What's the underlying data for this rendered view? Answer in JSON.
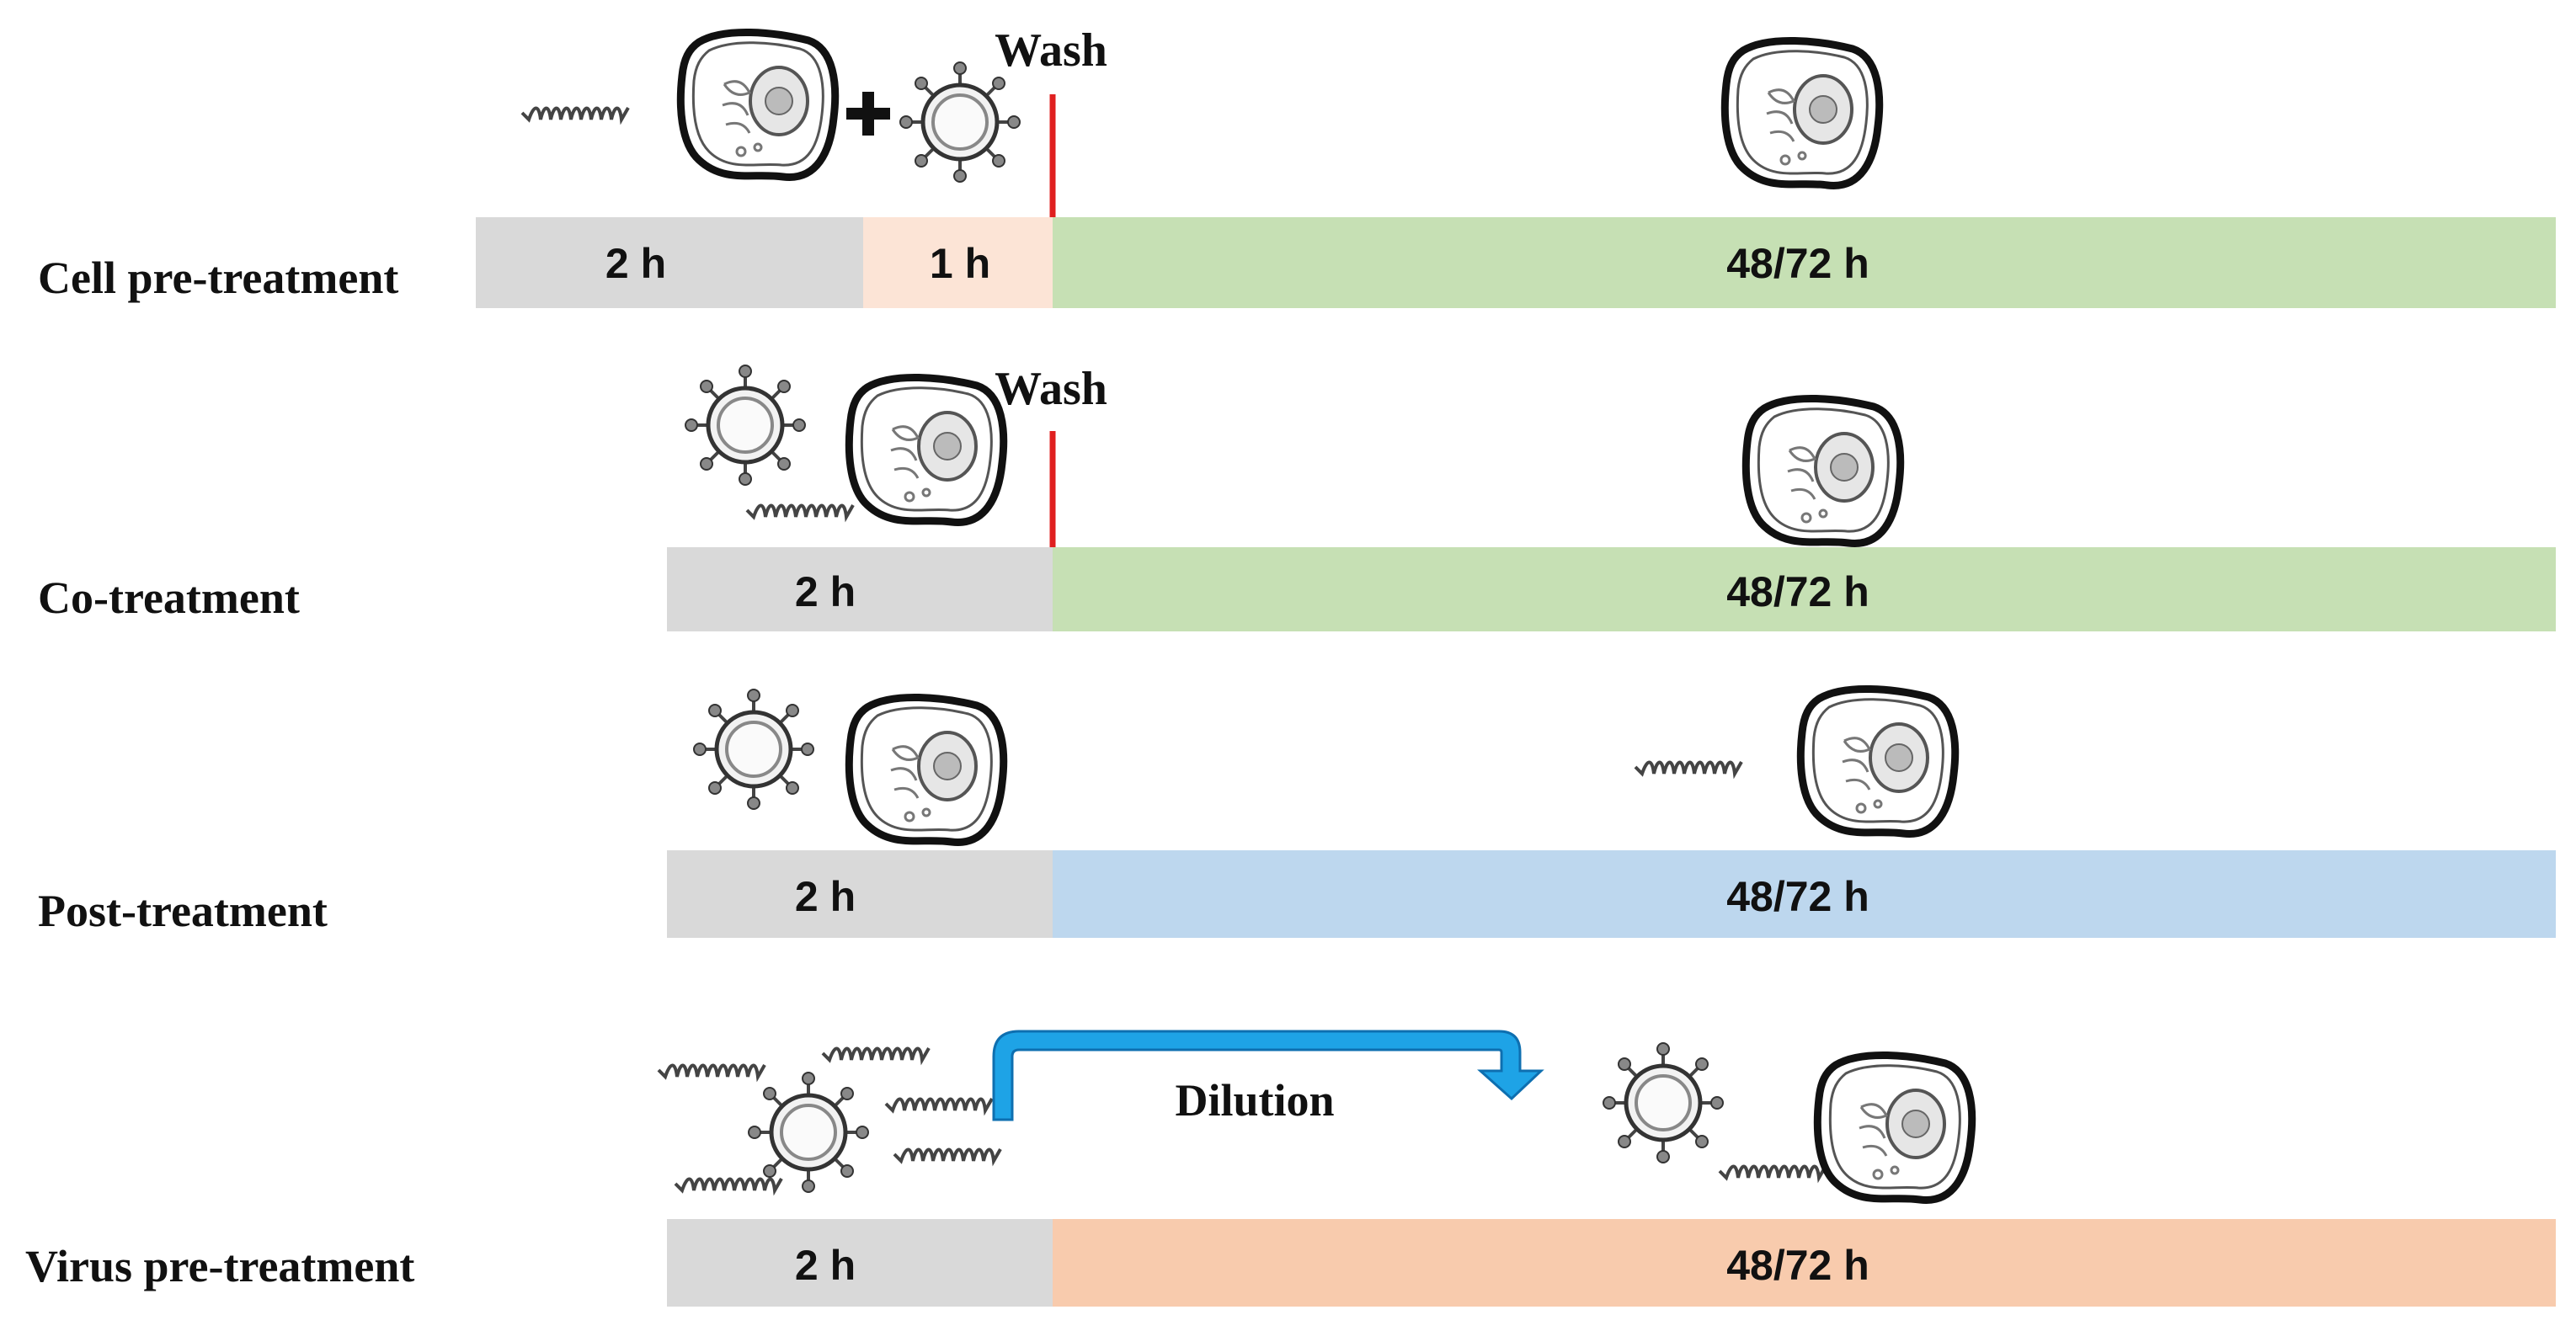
{
  "rows": [
    {
      "label": "Cell pre-treatment",
      "segments": [
        {
          "text": "2 h",
          "color": "#d9d9d9"
        },
        {
          "text": "1 h",
          "color": "#fce4d6"
        },
        {
          "text": "48/72 h",
          "color": "#c6e0b4"
        }
      ],
      "top_note": "Wash"
    },
    {
      "label": "Co-treatment",
      "segments": [
        {
          "text": "2 h",
          "color": "#d9d9d9"
        },
        {
          "text": "48/72 h",
          "color": "#c6e0b4"
        }
      ],
      "top_note": "Wash"
    },
    {
      "label": "Post-treatment",
      "segments": [
        {
          "text": "2 h",
          "color": "#d9d9d9"
        },
        {
          "text": "48/72 h",
          "color": "#bdd7ee"
        }
      ]
    },
    {
      "label": "Virus pre-treatment",
      "segments": [
        {
          "text": "2 h",
          "color": "#d9d9d9"
        },
        {
          "text": "48/72 h",
          "color": "#f8cbad"
        }
      ],
      "arrow_note": "Dilution"
    }
  ],
  "colors": {
    "wash_line": "#e02020",
    "dilution_arrow": "#1ea3e6",
    "dilution_arrow_edge": "#0e6fb0"
  },
  "icons": [
    "peptide-icon",
    "cell-icon",
    "virus-icon",
    "plus-icon"
  ]
}
